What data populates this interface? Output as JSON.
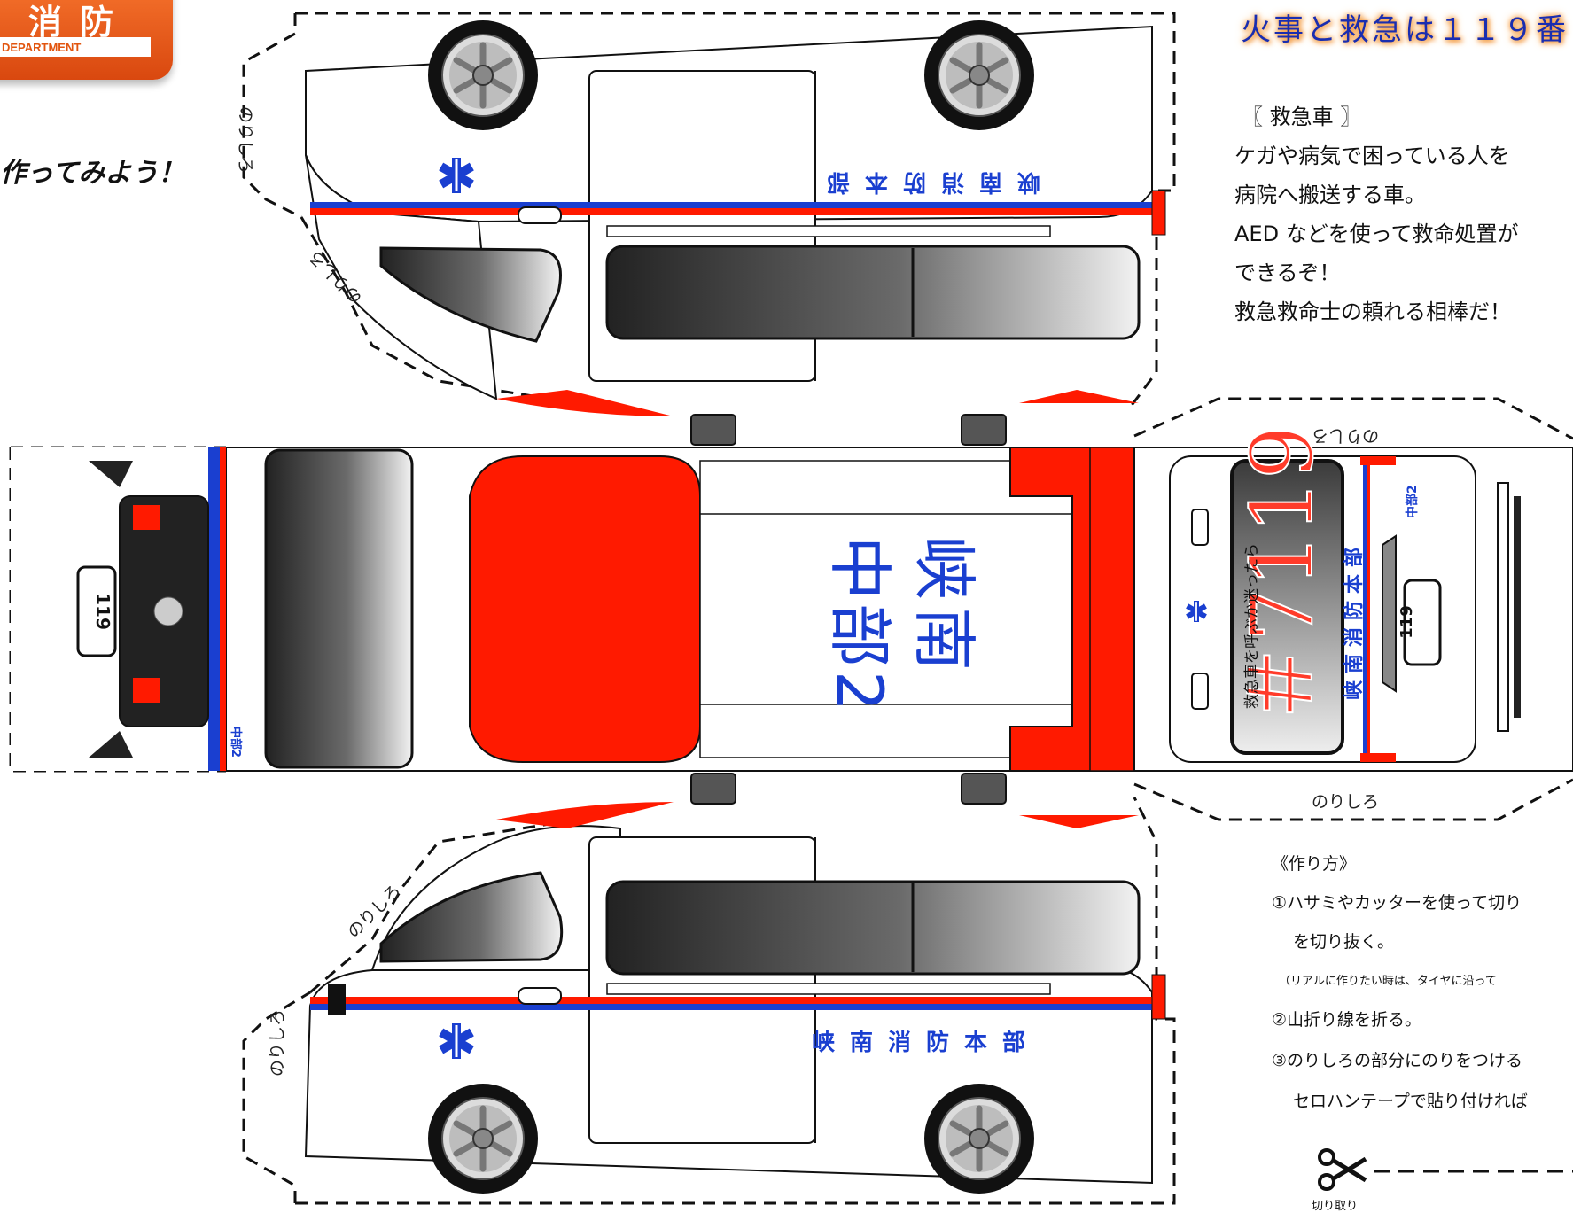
{
  "logo": {
    "kanji": "消防",
    "english": "DEPARTMENT"
  },
  "intro": {
    "lets_make": "作ってみよう！"
  },
  "header": {
    "title": "火事と救急は１１９番"
  },
  "description": {
    "heading": "〖 救急車 〗",
    "lines": [
      "ケガや病気で困っている人を",
      "病院へ搬送する車。",
      "AED などを使って救命処置が",
      "できるぞ！",
      "救急救命士の頼れる相棒だ！"
    ]
  },
  "vehicle": {
    "roof_station": "峡南",
    "roof_unit": "中部2",
    "side_name": "峡南消防本部",
    "plate": "119",
    "rear_number": "＃7119",
    "rear_slogan": "救急車を呼ぶか迷ったら",
    "rear_name": "峡南消防本部",
    "rear_unit": "中部2",
    "front_unit": "中部2"
  },
  "glue_tabs": {
    "label": "のりしろ"
  },
  "instructions": {
    "heading": "《作り方》",
    "step1": "①ハサミやカッターを使って切り",
    "step1_cont": "を切り抜く。",
    "step1_note": "（リアルに作りたい時は、タイヤに沿って",
    "step2": "②山折り線を折る。",
    "step3": "③のりしろの部分にのりをつける",
    "step3_cont": "セロハンテープで貼り付ければ",
    "cut_label": "切り取り"
  },
  "colors": {
    "red": "#ff1a00",
    "blue": "#1a3fd0",
    "title_blue": "#1a2db0",
    "logo_orange": "#e8561a"
  }
}
